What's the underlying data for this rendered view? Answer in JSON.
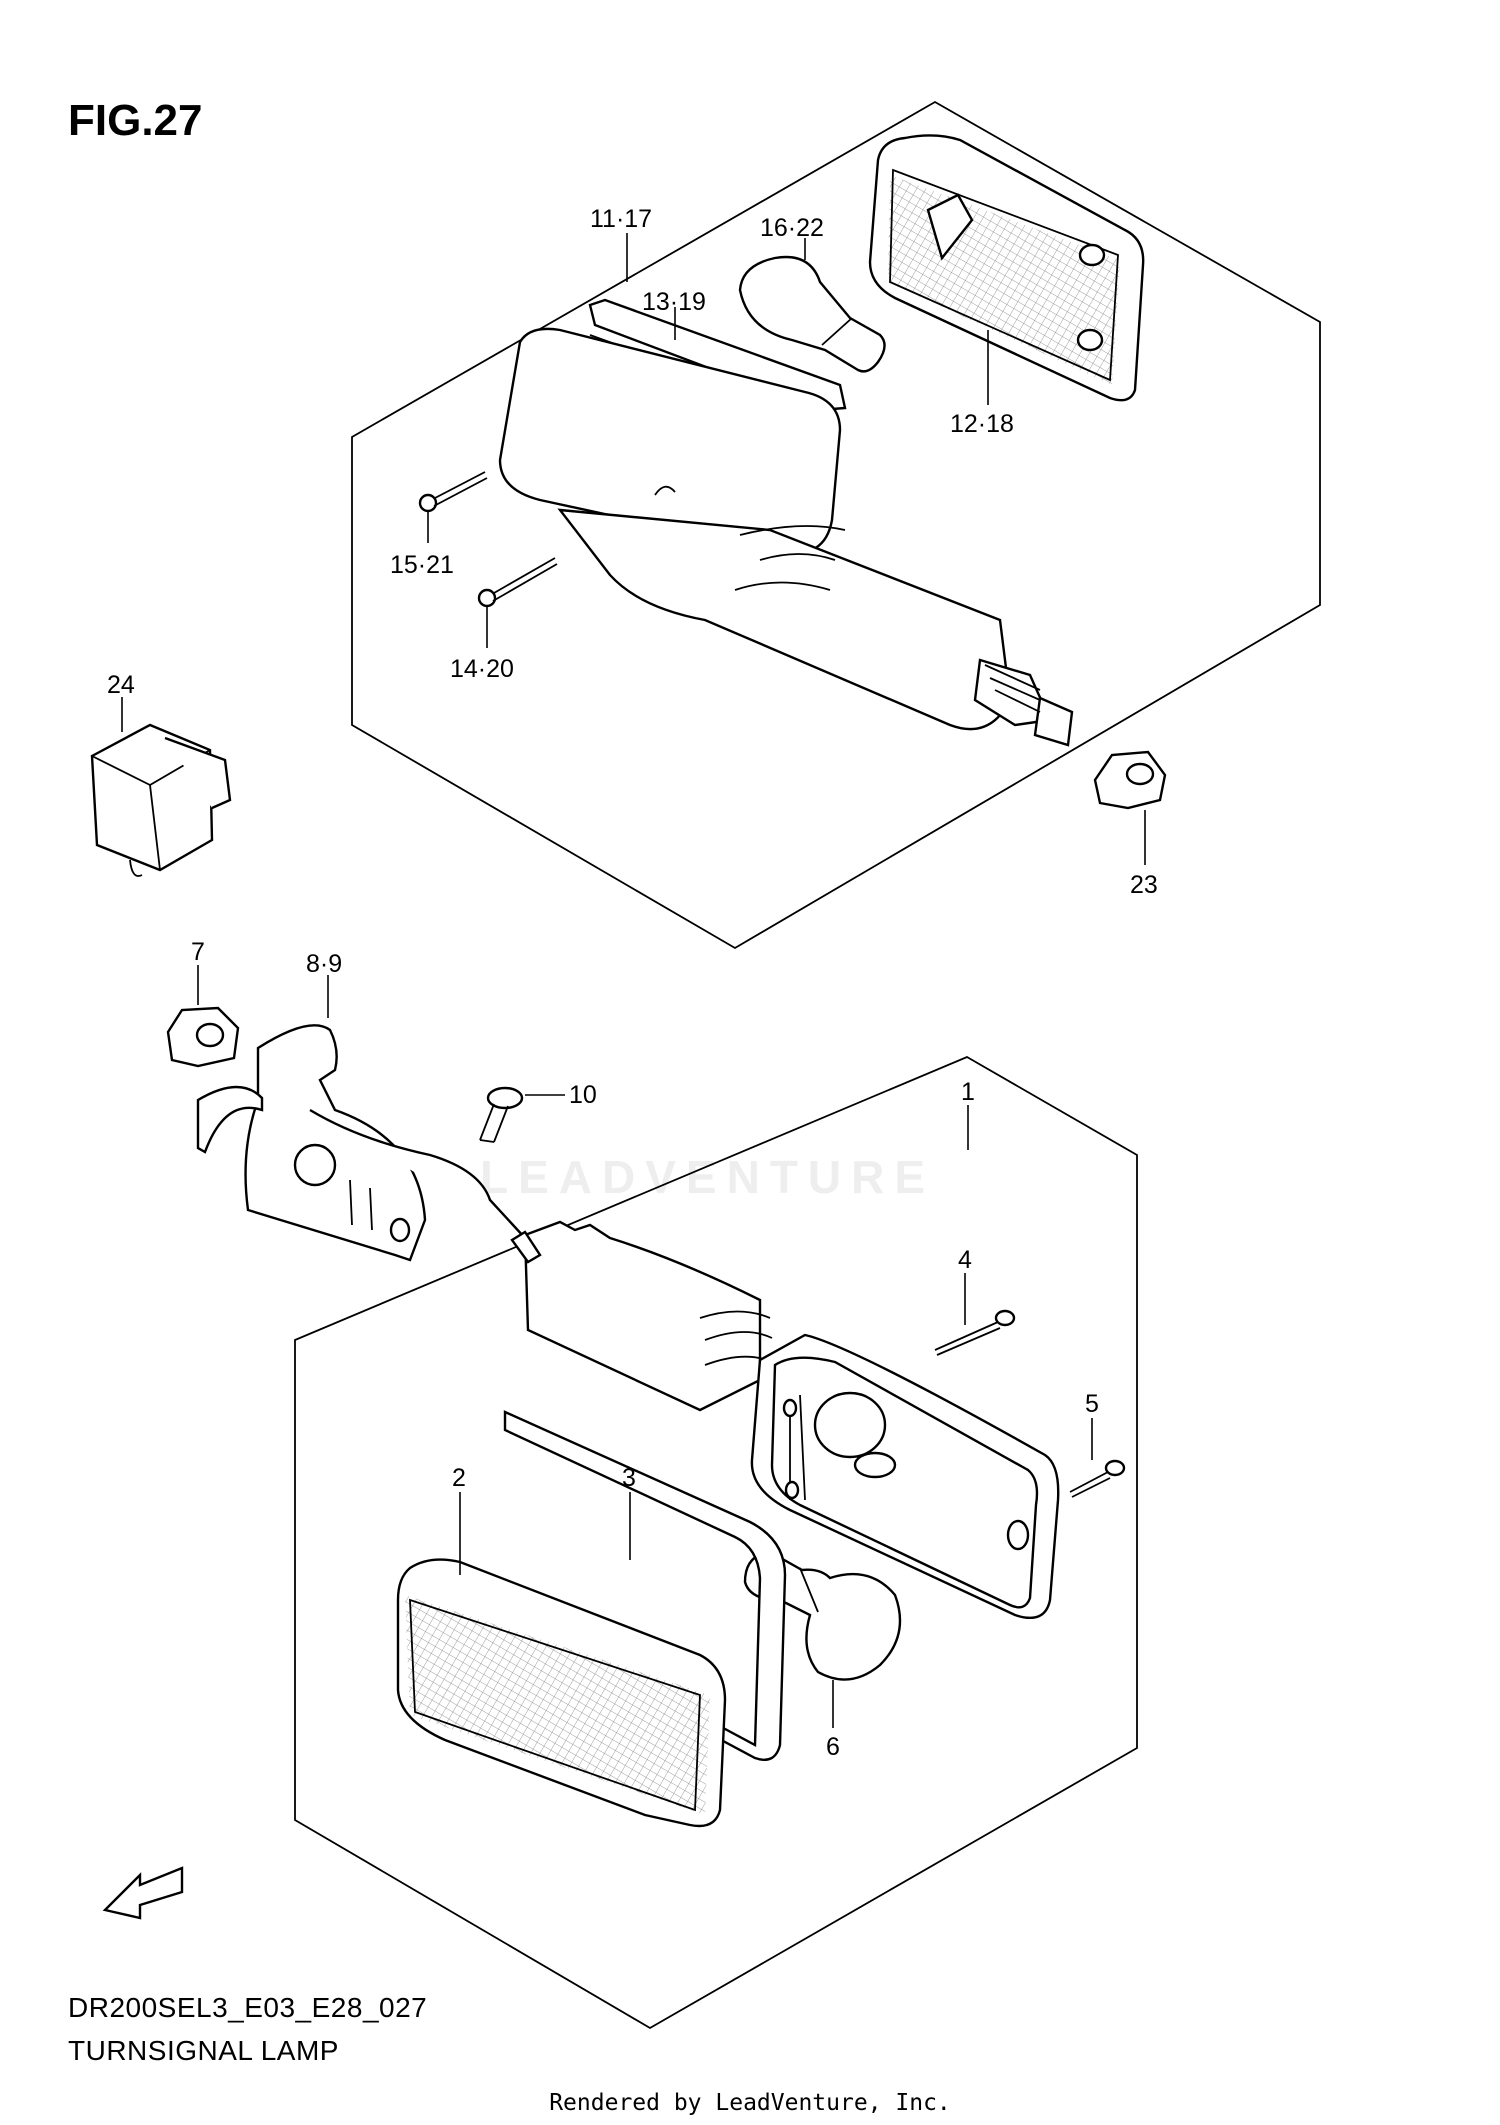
{
  "figure": {
    "title": "FIG.27",
    "code": "DR200SEL3_E03_E28_027",
    "name": "TURNSIGNAL LAMP",
    "rendered_by": "Rendered by LeadVenture, Inc.",
    "watermark": "LEADVENTURE",
    "fwd_label": "FWD"
  },
  "callouts": [
    {
      "id": "c-11-17",
      "text": "11·17"
    },
    {
      "id": "c-16-22",
      "text": "16·22"
    },
    {
      "id": "c-13-19",
      "text": "13·19"
    },
    {
      "id": "c-12-18",
      "text": "12·18"
    },
    {
      "id": "c-15-21",
      "text": "15·21"
    },
    {
      "id": "c-14-20",
      "text": "14·20"
    },
    {
      "id": "c-24",
      "text": "24"
    },
    {
      "id": "c-23",
      "text": "23"
    },
    {
      "id": "c-7",
      "text": "7"
    },
    {
      "id": "c-8-9",
      "text": "8·9"
    },
    {
      "id": "c-10",
      "text": "10"
    },
    {
      "id": "c-1",
      "text": "1"
    },
    {
      "id": "c-4",
      "text": "4"
    },
    {
      "id": "c-5",
      "text": "5"
    },
    {
      "id": "c-2",
      "text": "2"
    },
    {
      "id": "c-3",
      "text": "3"
    },
    {
      "id": "c-6",
      "text": "6"
    }
  ]
}
